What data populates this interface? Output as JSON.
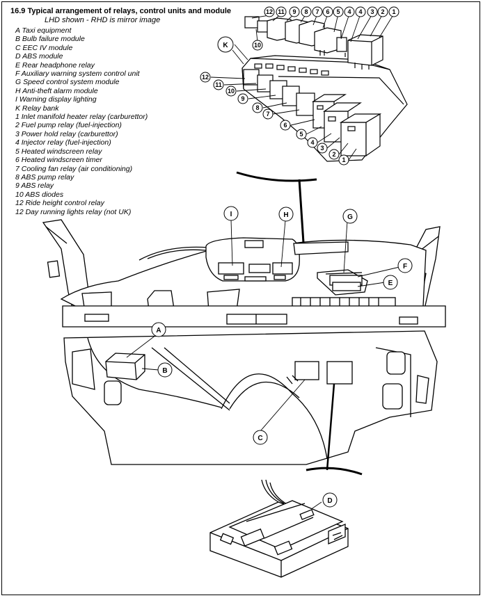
{
  "figure": {
    "title": "16.9 Typical arrangement of relays, control units and module",
    "subtitle": "LHD shown - RHD is mirror image"
  },
  "legend": [
    "A  Taxi equipment",
    "B  Bulb failure module",
    "C  EEC IV module",
    "D  ABS module",
    "E  Rear headphone relay",
    "F  Auxiliary warning system control unit",
    "G  Speed control system module",
    "H  Anti-theft alarm module",
    "I  Warning display lighting",
    "K  Relay bank",
    "1  Inlet manifold heater relay (carburettor)",
    "2  Fuel pump relay (fuel-injection)",
    "3  Power hold relay (carburettor)",
    "4  Injector relay (fuel-injection)",
    "5  Heated windscreen relay",
    "6  Heated windscreen timer",
    "7  Cooling fan relay (air conditioning)",
    "8  ABS pump relay",
    "9  ABS relay",
    "10  ABS diodes",
    "12  Ride height control relay",
    "12  Day running lights relay (not UK)"
  ],
  "callouts": {
    "A": "A",
    "B": "B",
    "C": "C",
    "D": "D",
    "E": "E",
    "F": "F",
    "G": "G",
    "H": "H",
    "I": "I",
    "K": "K",
    "n1": "1",
    "n2": "2",
    "n3": "3",
    "n4": "4",
    "n5": "5",
    "n6": "6",
    "n7": "7",
    "n8": "8",
    "n9": "9",
    "n10": "10",
    "n11": "11",
    "n12": "12"
  }
}
